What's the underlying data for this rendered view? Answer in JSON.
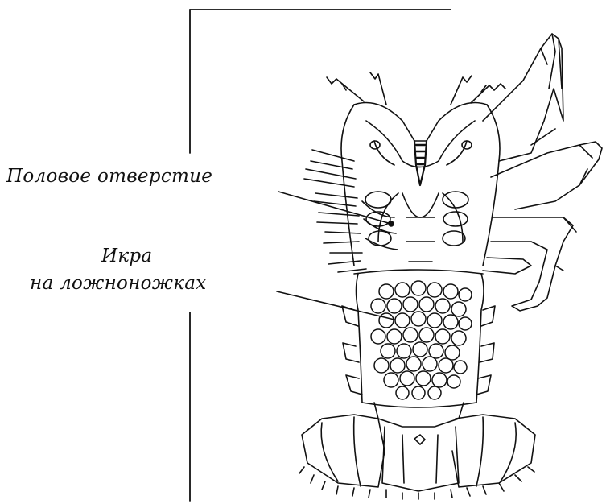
{
  "figure": {
    "labels": {
      "genital_opening": "Половое отверстие",
      "eggs_line1": "Икра",
      "eggs_line2": "на ложноножках"
    },
    "colors": {
      "ink": "#111111",
      "paper": "#ffffff"
    }
  }
}
